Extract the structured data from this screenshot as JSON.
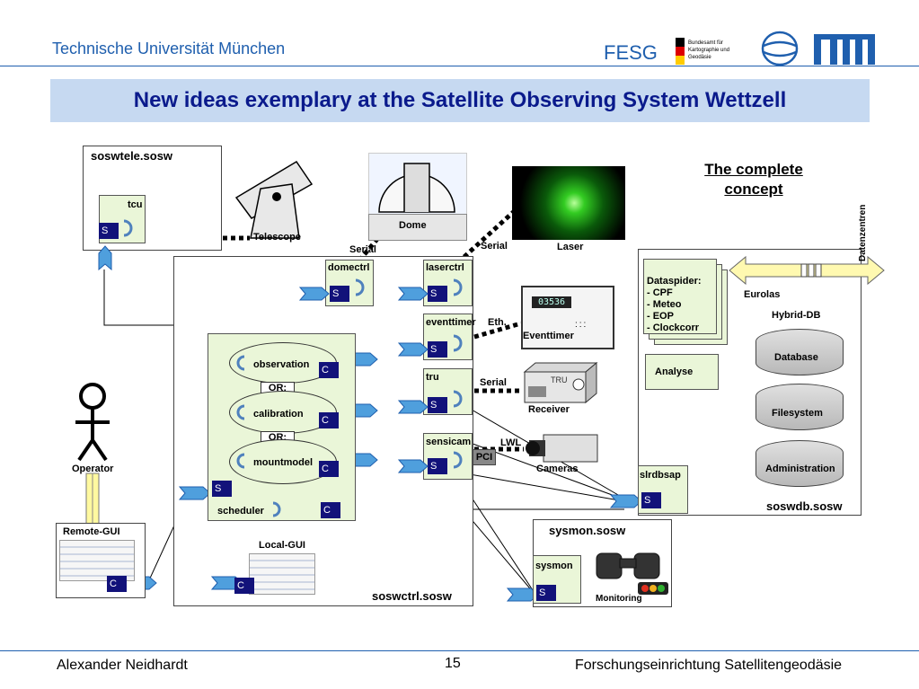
{
  "header": {
    "university": "Technische Universität München",
    "fesg": "FESG",
    "bkg_lines": [
      "Bundesamt für",
      "Kartographie und Geodäsie"
    ]
  },
  "title": "New ideas exemplary at the Satellite Observing System Wettzell",
  "concept": {
    "line1": "The complete",
    "line2": "concept"
  },
  "soswtele": {
    "label": "soswtele.sosw",
    "tcu": "tcu",
    "port": "S"
  },
  "telescope": "Telescope",
  "dome": "Dome",
  "laser": "Laser",
  "serial": "Serial",
  "eth": "Eth.",
  "lwl": "LWL",
  "pci": "PCI",
  "eventtimer_dev": {
    "label": "Eventtimer",
    "display": "03536"
  },
  "receiver": {
    "label": "Receiver",
    "tru": "TRU"
  },
  "cameras": "Cameras",
  "soswctrl": {
    "label": "soswctrl.sosw",
    "modules": [
      "domectrl",
      "laserctrl",
      "eventtimer",
      "tru",
      "sensicam"
    ],
    "port_s": "S",
    "port_c": "C",
    "observation": "observation",
    "calibration": "calibration",
    "mountmodel": "mountmodel",
    "or": "OR:",
    "scheduler": "scheduler"
  },
  "operator": "Operator",
  "remote_gui": "Remote-GUI",
  "local_gui": "Local-GUI",
  "sysmon": {
    "label": "sysmon.sosw",
    "module": "sysmon",
    "monitoring": "Monitoring"
  },
  "soswdb": {
    "label": "soswdb.sosw",
    "dataspider": [
      "Dataspider:",
      "- CPF",
      "- Meteo",
      "- EOP",
      "- Clockcorr"
    ],
    "analyse": "Analyse",
    "eurolas": "Eurolas",
    "hybrid": "Hybrid-DB",
    "db": [
      "Database",
      "Filesystem",
      "Administration"
    ],
    "slrdbsap": "slrdbsap",
    "datazentren": "Datenzentren"
  },
  "footer": {
    "author": "Alexander Neidhardt",
    "page": "15",
    "org": "Forschungseinrichtung Satellitengeodäsie"
  }
}
